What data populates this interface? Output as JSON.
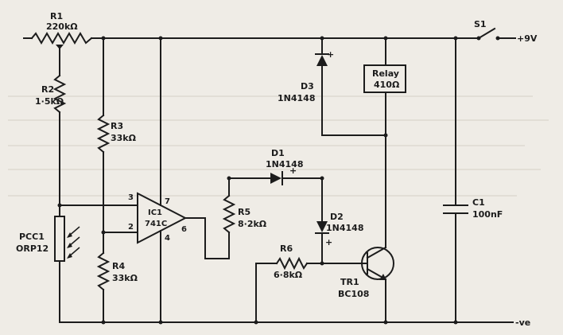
{
  "labels": {
    "r1": "R1",
    "r1_val": "220kΩ",
    "r2": "R2",
    "r2_val": "1·5kΩ",
    "r3": "R3",
    "r3_val": "33kΩ",
    "r4": "R4",
    "r4_val": "33kΩ",
    "r5": "R5",
    "r5_val": "8·2kΩ",
    "r6": "R6",
    "r6_val": "6·8kΩ",
    "d1": "D1",
    "d1_val": "1N4148",
    "d2": "D2",
    "d2_val": "1N4148",
    "d3": "D3",
    "d3_val": "1N4148",
    "ic_top": "IC1",
    "ic_bot": "741C",
    "pin2": "2",
    "pin3": "3",
    "pin4": "4",
    "pin6": "6",
    "pin7": "7",
    "pcc": "PCC1",
    "pcc_val": "ORP12",
    "relay": "Relay",
    "relay_val": "410Ω",
    "s1": "S1",
    "supply": "+9V",
    "c1": "C1",
    "c1_val": "100nF",
    "tr": "TR1",
    "tr_val": "BC108",
    "neg": "-ve",
    "plus": "+"
  }
}
